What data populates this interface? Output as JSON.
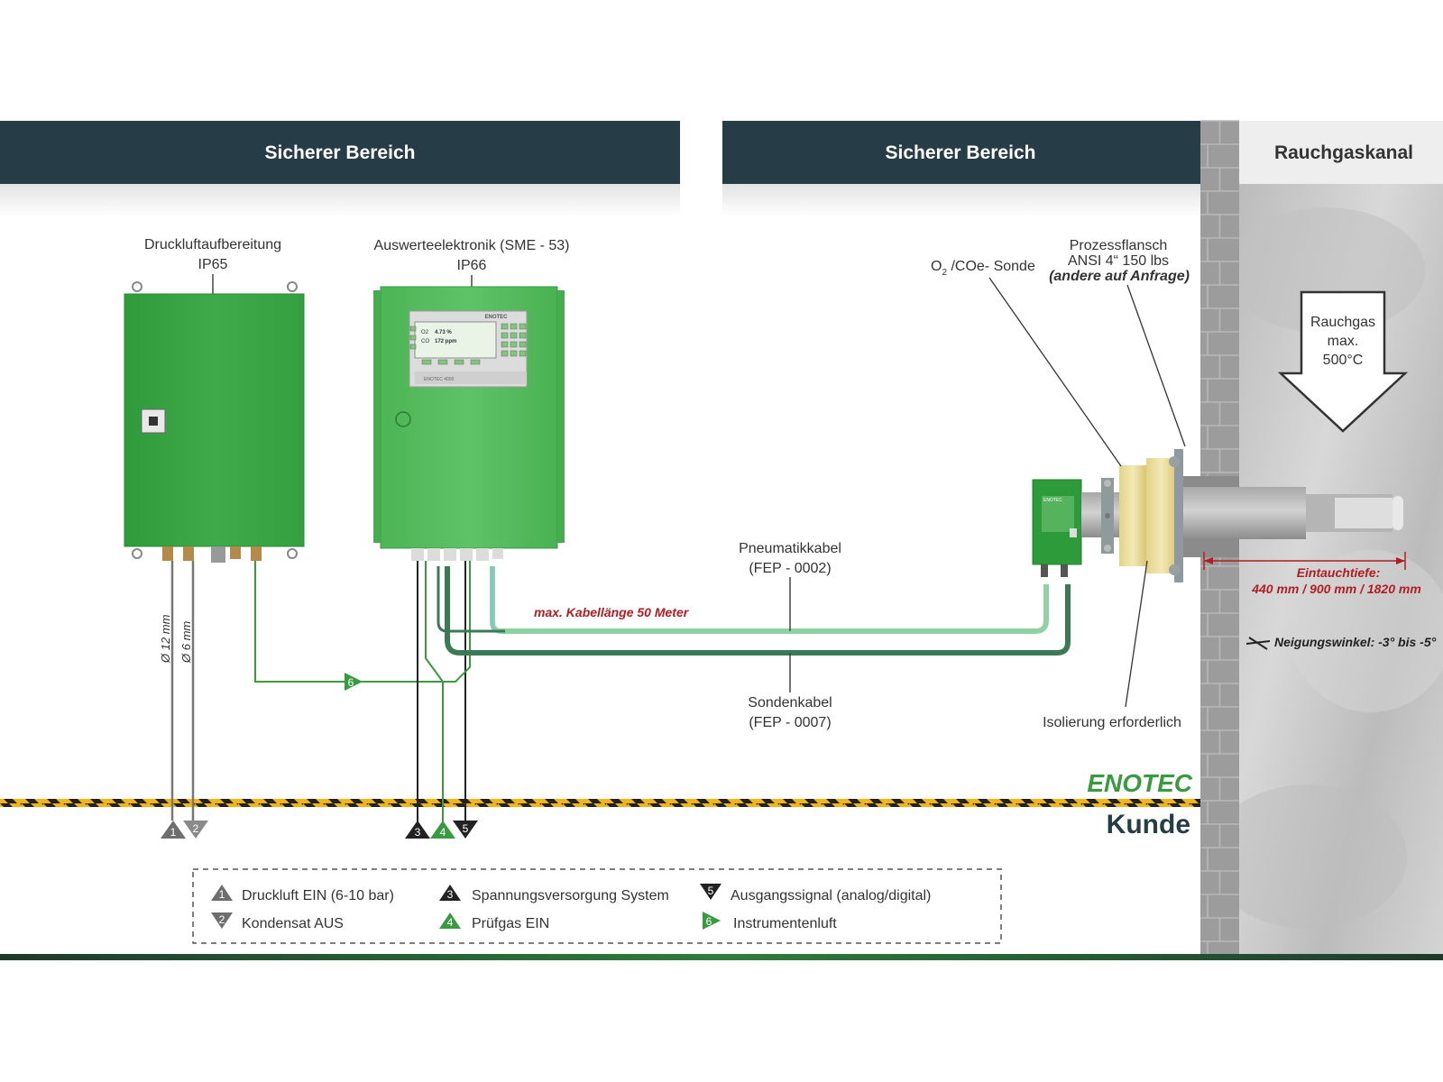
{
  "headers": {
    "left": "Sicherer Bereich",
    "middle": "Sicherer Bereich",
    "right": "Rauchgaskanal"
  },
  "devices": {
    "air_prep": {
      "title": "Druckluftaufbereitung",
      "rating": "IP65"
    },
    "electronics": {
      "title": "Auswerteelektronik (SME - 53)",
      "rating": "IP66",
      "brand": "ENOTEC",
      "display_o2_label": "O2",
      "display_o2_value": "4.73 %",
      "display_co_label": "CO",
      "display_co_value": "172 ppm",
      "model_plate": "ENOTEC 4000"
    },
    "probe_box_label": "ENOTEC"
  },
  "probe": {
    "o2_label_main": "O",
    "o2_label_sub": "2",
    "o2_label_rest": " /COe- Sonde",
    "flange_line1": "Prozessflansch",
    "flange_line2": "ANSI 4“ 150 lbs",
    "flange_line3": "(andere auf Anfrage)",
    "insulation": "Isolierung erforderlich"
  },
  "flue": {
    "gas_line1": "Rauchgas",
    "gas_line2": "max.",
    "gas_line3": "500°C",
    "depth_label": "Eintauchtiefe:",
    "depth_values": "440 mm / 900 mm / 1820 mm",
    "angle_label": "Neigungswinkel: -3° bis -5°"
  },
  "cables": {
    "pneumatic_line1": "Pneumatikkabel",
    "pneumatic_line2": "(FEP - 0002)",
    "probe_line1": "Sondenkabel",
    "probe_line2": "(FEP - 0007)",
    "max_length": "max. Kabellänge 50 Meter",
    "dia_12": "Ø 12 mm",
    "dia_6": "Ø 6 mm"
  },
  "zones": {
    "upper": "ENOTEC",
    "lower": "Kunde"
  },
  "markers": [
    "1",
    "2",
    "3",
    "4",
    "5",
    "6"
  ],
  "legend": [
    {
      "num": "1",
      "label": "Druckluft EIN (6-10 bar)"
    },
    {
      "num": "2",
      "label": "Kondensat AUS"
    },
    {
      "num": "3",
      "label": "Spannungsversorgung System"
    },
    {
      "num": "4",
      "label": "Prüfgas EIN"
    },
    {
      "num": "5",
      "label": "Ausgangssignal (analog/digital)"
    },
    {
      "num": "6",
      "label": "Instrumentenluft"
    }
  ],
  "colors": {
    "header_dark": "#263d48",
    "device_green": "#3faa4a",
    "device_green_light": "#56bb5c",
    "cable_green": "#3c7a55",
    "cable_light": "#8fd1a3",
    "enotec_green": "#3a9a3f",
    "kunde_dark": "#263d48",
    "red_text": "#b01e23",
    "wall_gray": "#9a9a9a",
    "duct_gray": "#c8c8c8",
    "hazard_yellow": "#f2b51c"
  }
}
